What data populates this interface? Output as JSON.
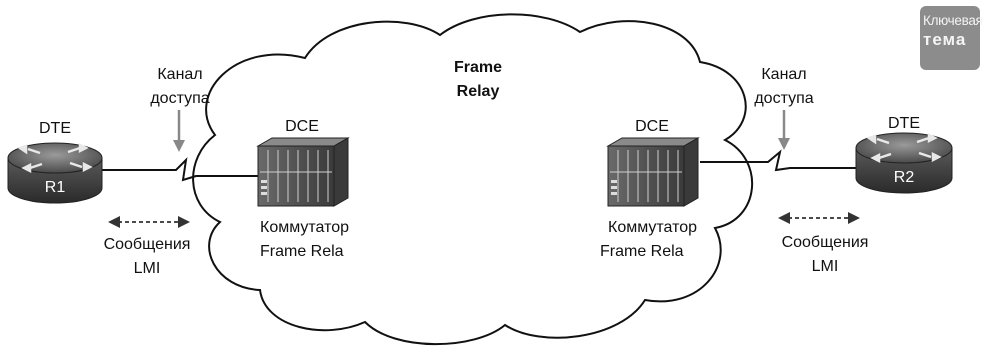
{
  "cloud": {
    "label_line1": "Frame",
    "label_line2": "Relay"
  },
  "left": {
    "role": "DTE",
    "router_name": "R1",
    "access_label_line1": "Канал",
    "access_label_line2": "доступа",
    "dce_label": "DCE",
    "switch_label_line1": "Коммутатор",
    "switch_label_line2": "Frame Rela",
    "lmi_label_line1": "Сообщения",
    "lmi_label_line2": "LMI"
  },
  "right": {
    "role": "DTE",
    "router_name": "R2",
    "access_label_line1": "Канал",
    "access_label_line2": "доступа",
    "dce_label": "DCE",
    "switch_label_line1": "Коммутатор",
    "switch_label_line2": "Frame Rela",
    "lmi_label_line1": "Сообщения",
    "lmi_label_line2": "LMI"
  },
  "badge": {
    "line1": "Ключевая",
    "line2": "тема"
  }
}
